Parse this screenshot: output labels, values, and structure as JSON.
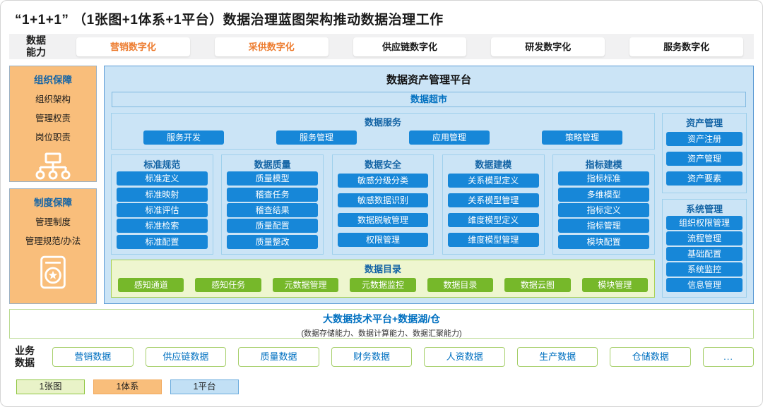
{
  "title": "“1+1+1” （1张图+1体系+1平台）数据治理蓝图架构推动数据治理工作",
  "capability": {
    "label_line1": "数据",
    "label_line2": "能力",
    "items": [
      {
        "label": "营销数字化",
        "highlighted": true
      },
      {
        "label": "采供数字化",
        "highlighted": true
      },
      {
        "label": "供应链数字化",
        "highlighted": false
      },
      {
        "label": "研发数字化",
        "highlighted": false
      },
      {
        "label": "服务数字化",
        "highlighted": false
      }
    ]
  },
  "sidebar": {
    "org": {
      "title": "组织保障",
      "items": [
        "组织架构",
        "管理权责",
        "岗位职责"
      ],
      "icon": "org-chart-icon"
    },
    "policy": {
      "title": "制度保障",
      "items": [
        "管理制度",
        "管理规范/办法"
      ],
      "icon": "document-star-icon"
    }
  },
  "platform": {
    "title": "数据资产管理平台",
    "market": "数据超市",
    "services": {
      "title": "数据服务",
      "items": [
        "服务开发",
        "服务管理",
        "应用管理",
        "策略管理"
      ]
    },
    "columns": [
      {
        "title": "标准规范",
        "items": [
          "标准定义",
          "标准映射",
          "标准评估",
          "标准检索",
          "标准配置"
        ]
      },
      {
        "title": "数据质量",
        "items": [
          "质量模型",
          "稽查任务",
          "稽查结果",
          "质量配置",
          "质量整改"
        ]
      },
      {
        "title": "数据安全",
        "items": [
          "敏感分级分类",
          "敏感数据识别",
          "数据脱敏管理",
          "权限管理"
        ]
      },
      {
        "title": "数据建模",
        "items": [
          "关系模型定义",
          "关系模型管理",
          "维度模型定义",
          "维度模型管理"
        ]
      },
      {
        "title": "指标建模",
        "items": [
          "指标标准",
          "多维模型",
          "指标定义",
          "指标管理",
          "模块配置"
        ]
      }
    ],
    "right_panels": [
      {
        "title": "资产管理",
        "items": [
          "资产注册",
          "资产管理",
          "资产要素"
        ]
      },
      {
        "title": "系统管理",
        "items": [
          "组织权限管理",
          "流程管理",
          "基础配置",
          "系统监控",
          "信息管理"
        ]
      }
    ],
    "catalog": {
      "title": "数据目录",
      "items": [
        "感知通道",
        "感知任务",
        "元数据管理",
        "元数据监控",
        "数据目录",
        "数据云图",
        "模块管理"
      ]
    }
  },
  "bigdata": {
    "title": "大数据技术平台+数据湖/仓",
    "subtitle": "(数据存储能力、数据计算能力、数据汇聚能力)"
  },
  "business": {
    "label_line1": "业务",
    "label_line2": "数据",
    "items": [
      "营销数据",
      "供应链数据",
      "质量数据",
      "财务数据",
      "人资数据",
      "生产数据",
      "仓储数据"
    ],
    "more": "..."
  },
  "legend": [
    {
      "label": "1张图"
    },
    {
      "label": "1体系"
    },
    {
      "label": "1平台"
    }
  ],
  "colors": {
    "accent_orange_text": "#ED7D31",
    "button_blue": "#1787D8",
    "section_title_blue": "#1464A5",
    "link_blue": "#0070C0",
    "platform_panel_blue": "#CBE4F6",
    "platform_border_blue": "#5B9BD5",
    "sidebar_orange": "#F9BE7B",
    "catalog_bg_green": "#EEF6CF",
    "button_green": "#76B82A",
    "capability_strip_gray": "#F1F1F2"
  }
}
